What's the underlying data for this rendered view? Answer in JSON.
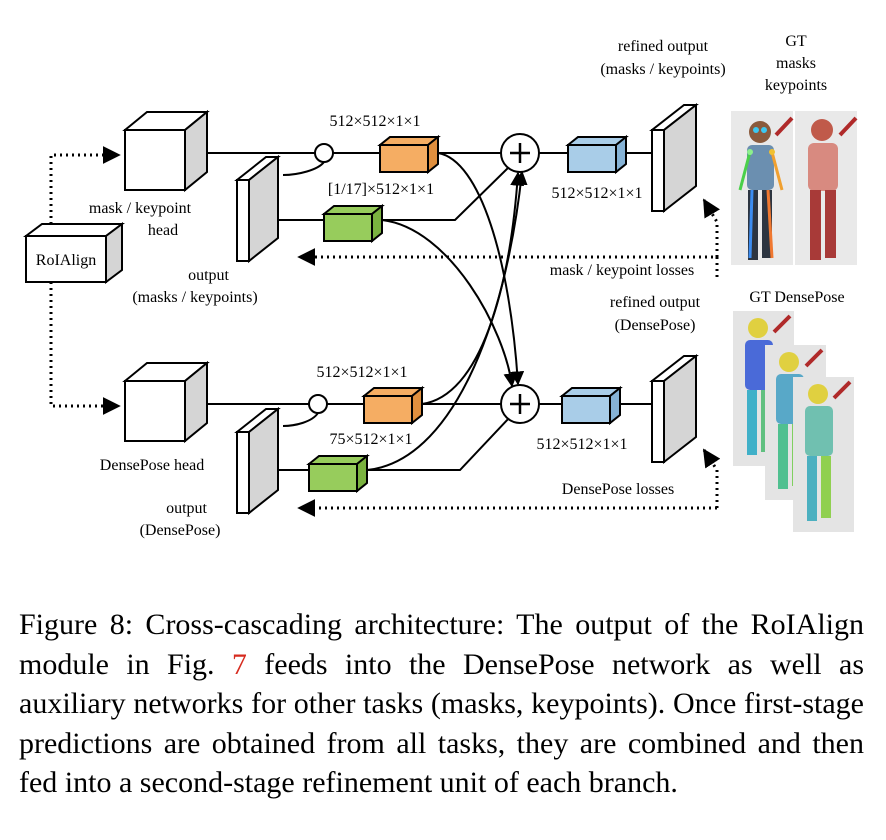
{
  "colors": {
    "stroke": "#000000",
    "orange": "#f5ad63",
    "green": "#97cc5c",
    "blue": "#a9cde8",
    "gray": "#d5d5d5",
    "link": "#d62a1e"
  },
  "labels": {
    "roialign": "RoIAlign",
    "mask_head_1": "mask / keypoint",
    "mask_head_2": "head",
    "mask_output_1": "output",
    "mask_output_2": "(masks / keypoints)",
    "mask_orange_dim": "512×512×1×1",
    "mask_green_dim": "[1/17]×512×1×1",
    "mask_blue_dim": "512×512×1×1",
    "mask_refined_1": "refined output",
    "mask_refined_2": "(masks / keypoints)",
    "gt_masks_1": "GT",
    "gt_masks_2": "masks",
    "gt_masks_3": "keypoints",
    "mask_losses": "mask / keypoint losses",
    "dp_head": "DensePose head",
    "dp_output_1": "output",
    "dp_output_2": "(DensePose)",
    "dp_orange_dim": "512×512×1×1",
    "dp_green_dim": "75×512×1×1",
    "dp_blue_dim": "512×512×1×1",
    "dp_refined_1": "refined output",
    "dp_refined_2": "(DensePose)",
    "gt_densepose": "GT DensePose",
    "dp_losses": "DensePose losses"
  },
  "caption": {
    "prefix": "Figure 8: Cross-cascading architecture: The output of the RoIAlign module in Fig. ",
    "ref": "7",
    "suffix": " feeds into the DensePose network as well as auxiliary networks for other tasks (masks, keypoints). Once first-stage predictions are obtained from all tasks, they are combined and then fed into a second-stage refinement unit of each branch."
  }
}
